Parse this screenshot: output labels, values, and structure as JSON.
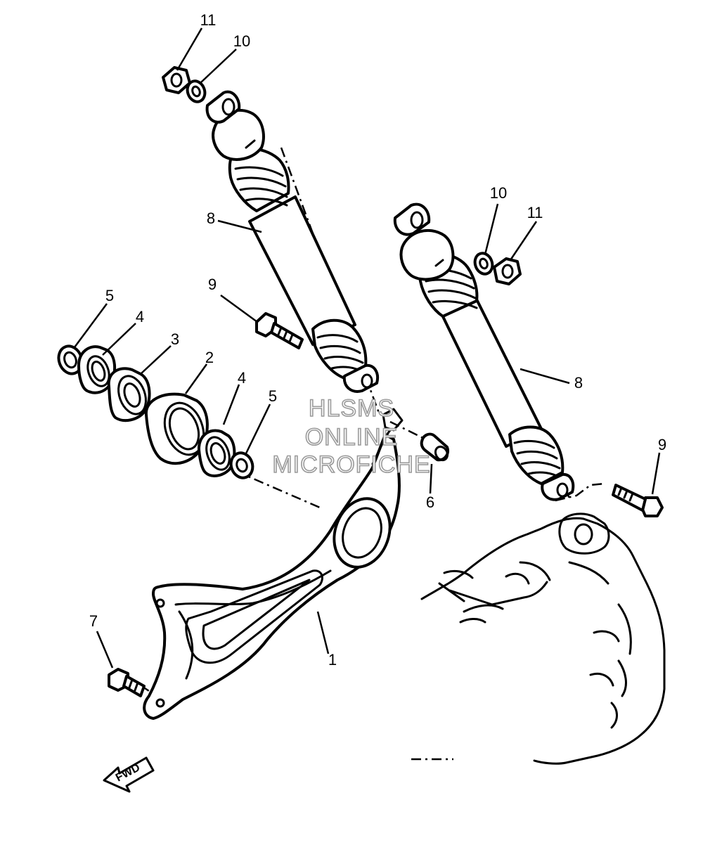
{
  "watermark": {
    "line1": "HLSMS",
    "line2": "ONLINE",
    "line3": "MICROFICHE"
  },
  "direction_label": "FWD",
  "callouts": {
    "c1": "1",
    "c2": "2",
    "c3": "3",
    "c4a": "4",
    "c4b": "4",
    "c5a": "5",
    "c5b": "5",
    "c6": "6",
    "c7": "7",
    "c8a": "8",
    "c8b": "8",
    "c9a": "9",
    "c9b": "9",
    "c10a": "10",
    "c10b": "10",
    "c11a": "11",
    "c11b": "11"
  }
}
